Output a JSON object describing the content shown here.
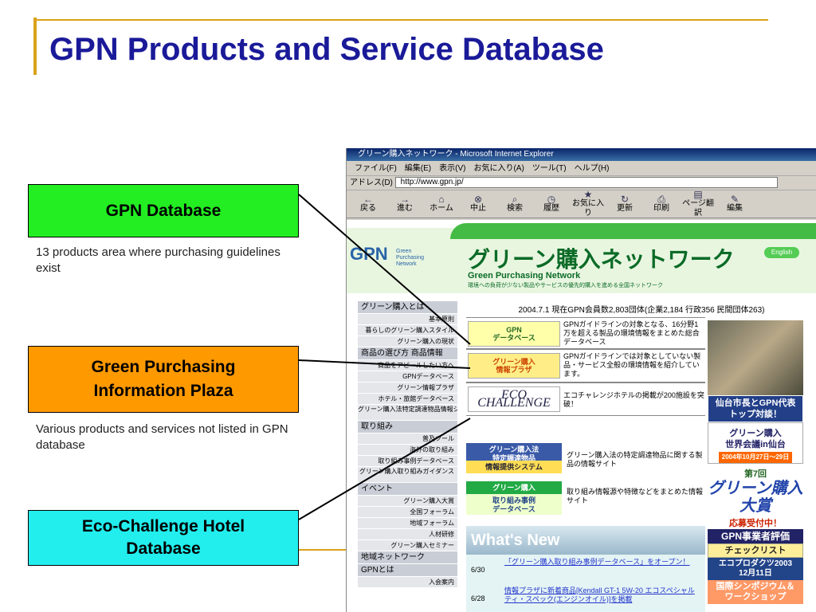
{
  "slide": {
    "title": "GPN Products and Service Database"
  },
  "callouts": {
    "gpn_db": "GPN Database",
    "gpn_db_caption": "13 products area where purchasing guidelines exist",
    "plaza": "Green Purchasing Information Plaza",
    "plaza_caption": "Various products and services not listed in GPN database",
    "eco": "Eco-Challenge Hotel Database"
  },
  "browser": {
    "title": "グリーン購入ネットワーク - Microsoft Internet Explorer",
    "menu": [
      "ファイル(F)",
      "編集(E)",
      "表示(V)",
      "お気に入り(A)",
      "ツール(T)",
      "ヘルプ(H)"
    ],
    "address_label": "アドレス(D)",
    "address_url": "http://www.gpn.jp/",
    "toolbar": [
      {
        "glyph": "←",
        "label": "戻る"
      },
      {
        "glyph": "→",
        "label": "進む"
      },
      {
        "glyph": "⌂",
        "label": "ホーム"
      },
      {
        "glyph": "⊗",
        "label": "中止"
      },
      {
        "glyph": "⌕",
        "label": "検索"
      },
      {
        "glyph": "◷",
        "label": "履歴"
      },
      {
        "glyph": "★",
        "label": "お気に入り"
      },
      {
        "glyph": "↻",
        "label": "更新"
      },
      {
        "glyph": "⎙",
        "label": "印刷"
      },
      {
        "glyph": "▤",
        "label": "ページ翻訳"
      },
      {
        "glyph": "✎",
        "label": "編集"
      }
    ]
  },
  "site": {
    "logo": "GPN",
    "logo_small": "Green Purchasing Network",
    "title_jp": "グリーン購入ネットワーク",
    "title_en": "Green Purchasing Network",
    "tagline": "環境への負荷が少ない製品やサービスの優先的購入を進める全国ネットワーク",
    "english_button": "English",
    "member_count": "2004.7.1 現在GPN会員数2,803団体(企業2,184 行政356 民間団体263)",
    "sidebar": [
      {
        "type": "head",
        "label": "グリーン購入とは"
      },
      {
        "type": "item",
        "label": "基本原則"
      },
      {
        "type": "item",
        "label": "暮らしのグリーン購入スタイル"
      },
      {
        "type": "item",
        "label": "グリーン購入の現状"
      },
      {
        "type": "head",
        "label": "商品の選び方 商品情報"
      },
      {
        "type": "item",
        "label": "商品をアピールしたい方へ"
      },
      {
        "type": "item",
        "label": "GPNデータベース"
      },
      {
        "type": "item",
        "label": "グリーン情報プラザ"
      },
      {
        "type": "item",
        "label": "ホテル・旅館データベース"
      },
      {
        "type": "item",
        "label": "グリーン購入法特定調達物品情報システム"
      },
      {
        "type": "head",
        "label": "取り組み"
      },
      {
        "type": "item",
        "label": "普及ツール"
      },
      {
        "type": "item",
        "label": "海外の取り組み"
      },
      {
        "type": "item",
        "label": "取り組み事例データベース"
      },
      {
        "type": "item",
        "label": "グリーン購入取り組みガイダンス"
      },
      {
        "type": "head",
        "label": "イベント"
      },
      {
        "type": "item",
        "label": "グリーン購入大賞"
      },
      {
        "type": "item",
        "label": "全国フォーラム"
      },
      {
        "type": "item",
        "label": "地域フォーラム"
      },
      {
        "type": "item",
        "label": "人材研修"
      },
      {
        "type": "item",
        "label": "グリーン購入セミナー"
      },
      {
        "type": "head",
        "label": "地域ネットワーク"
      },
      {
        "type": "head",
        "label": "GPNとは"
      },
      {
        "type": "item",
        "label": "入会案内"
      }
    ],
    "rows": [
      {
        "btn": "GPN\nデータベース",
        "text": "GPNガイドラインの対象となる、16分野1万を超える製品の環境情報をまとめた総合データベース"
      },
      {
        "btn": "グリーン購入\n情報プラザ",
        "text": "GPNガイドラインでは対象としていない製品・サービス全般の環境情報を紹介しています。"
      },
      {
        "btn": "ECO CHALLENGE",
        "text": "エコチャレンジホテルの掲載が200施設を突破！"
      }
    ],
    "banner1_a": "グリーン購入法\n特定調達物品",
    "banner1_b": "情報提供システム",
    "banner1_text": "グリーン購入法の特定調達物品に関する製品の情報サイト",
    "banner2_a": "グリーン購入",
    "banner2_b": "取り組み事例\nデータベース",
    "banner2_text": "取り組み情報源や特徴などをまとめた情報サイト",
    "whats_new": "What's New",
    "news": [
      {
        "date": "6/30",
        "text": "「グリーン購入取り組み事例データベース」をオープン！"
      },
      {
        "date": "6/28",
        "text": "情報プラザに新着商品[Kendall GT-1 5W-20 エコスペシャルティ・スペック(エンジンオイル)]を掲載"
      }
    ],
    "right": {
      "photo_caption": "仙台市長とGPN代表\nトップ対談！",
      "world_conf": "グリーン購入\n世界会議in仙台",
      "world_date": "2004年10月27日〜29日",
      "award_no": "第7回",
      "award_name": "グリーン購入\n大賞",
      "award_call": "応募受付中！",
      "eval": "GPN事業者評価",
      "checklist": "チェックリスト",
      "eco_products": "エコプロダクツ2003\n12月11日",
      "symposium": "国際シンポジウム＆\nワークショップ"
    }
  }
}
